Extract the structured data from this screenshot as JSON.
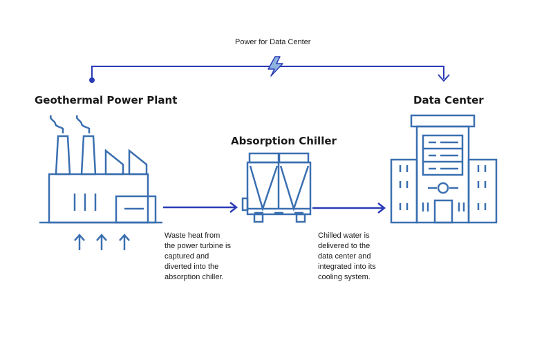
{
  "top_label": "Power for Data Center",
  "nodes": {
    "plant": {
      "title": "Geothermal Power Plant",
      "icon": "factory-icon"
    },
    "chiller": {
      "title": "Absorption Chiller",
      "icon": "absorption-chiller-icon"
    },
    "datacenter": {
      "title": "Data Center",
      "icon": "data-center-building-icon"
    }
  },
  "captions": {
    "waste_heat": "Waste heat from\nthe power turbine is\ncaptured and\ndiverted into the\nabsorption chiller.",
    "chilled_water": "Chilled water is\ndelivered to the\ndata center and\nintegrated into its\ncooling system."
  },
  "colors": {
    "icon_stroke": "#3a6fb0",
    "arrow": "#2a3bb5",
    "bolt_fill": "#8fb3e0",
    "text": "#1a1a1a"
  }
}
